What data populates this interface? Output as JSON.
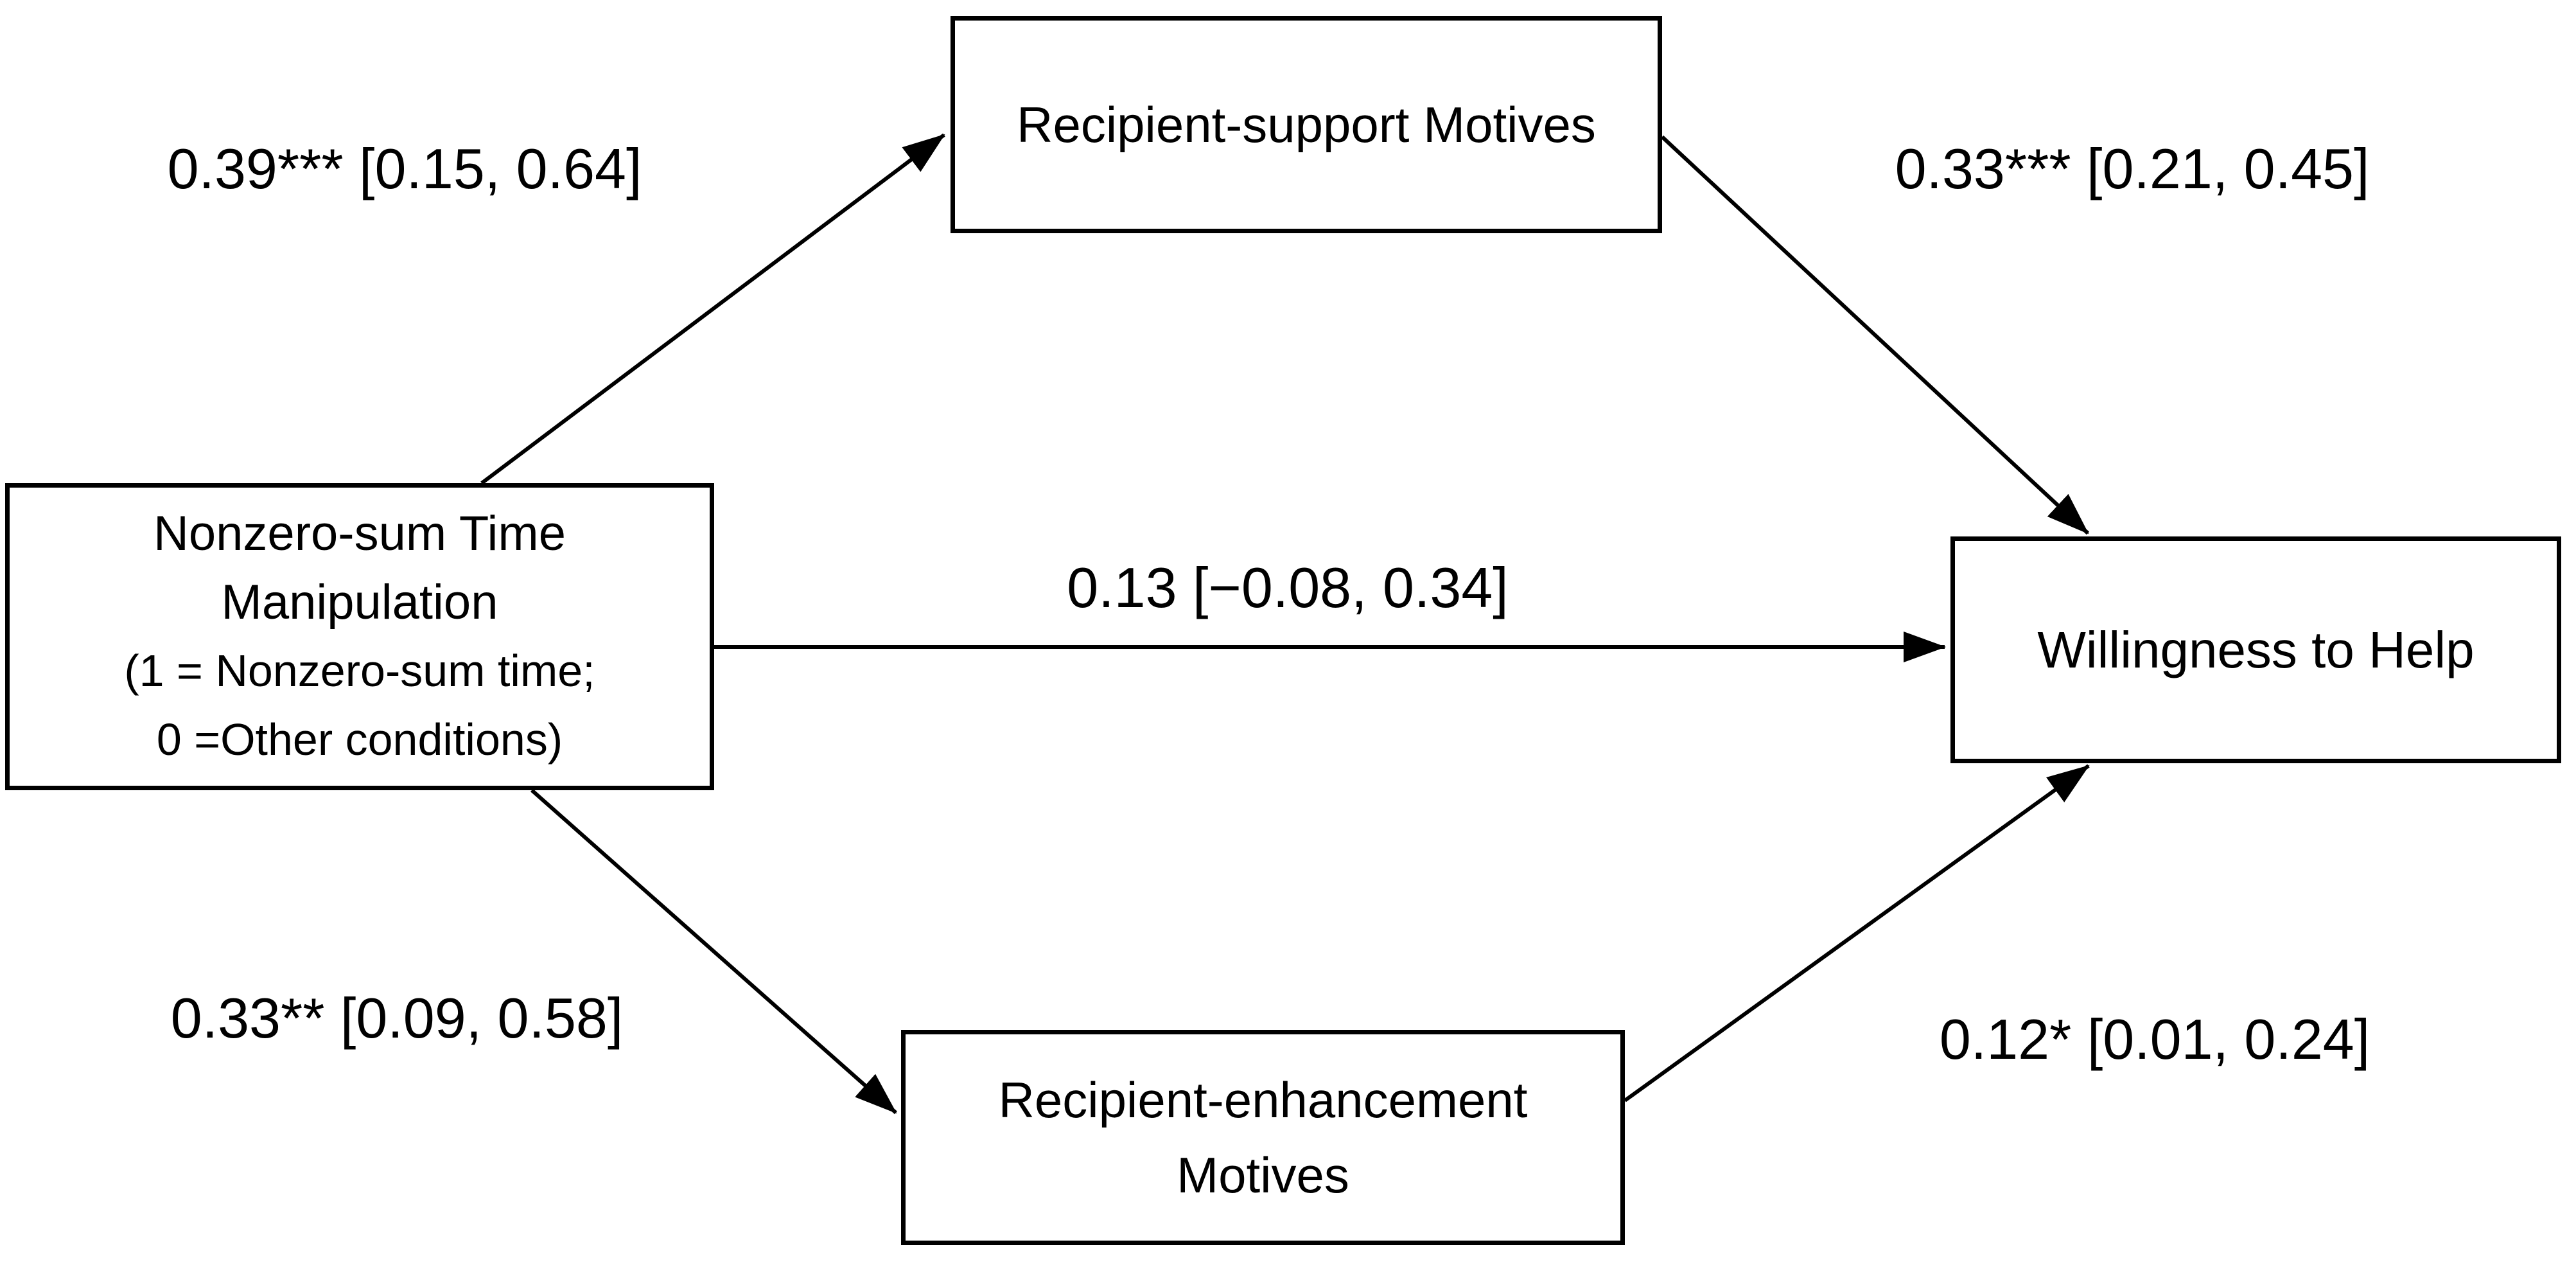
{
  "figure": {
    "background_color": "#ffffff",
    "ink_color": "#000000",
    "description": "Mediation path model diagram"
  },
  "nodes": {
    "exposure": {
      "lines": [
        "Nonzero-sum Time",
        "Manipulation",
        "(1 = Nonzero-sum time;",
        "0 =Other conditions)"
      ]
    },
    "mediator_top": {
      "label": "Recipient-support Motives"
    },
    "mediator_bottom": {
      "lines": [
        "Recipient-enhancement",
        "Motives"
      ]
    },
    "outcome": {
      "label": "Willingness to Help"
    }
  },
  "edges": {
    "a_top": {
      "from": "exposure",
      "to": "mediator_top",
      "label": "0.39*** [0.15, 0.64]"
    },
    "b_top": {
      "from": "mediator_top",
      "to": "outcome",
      "label": "0.33*** [0.21, 0.45]"
    },
    "direct": {
      "from": "exposure",
      "to": "outcome",
      "label": "0.13 [−0.08, 0.34]"
    },
    "a_bottom": {
      "from": "exposure",
      "to": "mediator_bottom",
      "label": "0.33** [0.09, 0.58]"
    },
    "b_bottom": {
      "from": "mediator_bottom",
      "to": "outcome",
      "label": "0.12* [0.01, 0.24]"
    }
  }
}
